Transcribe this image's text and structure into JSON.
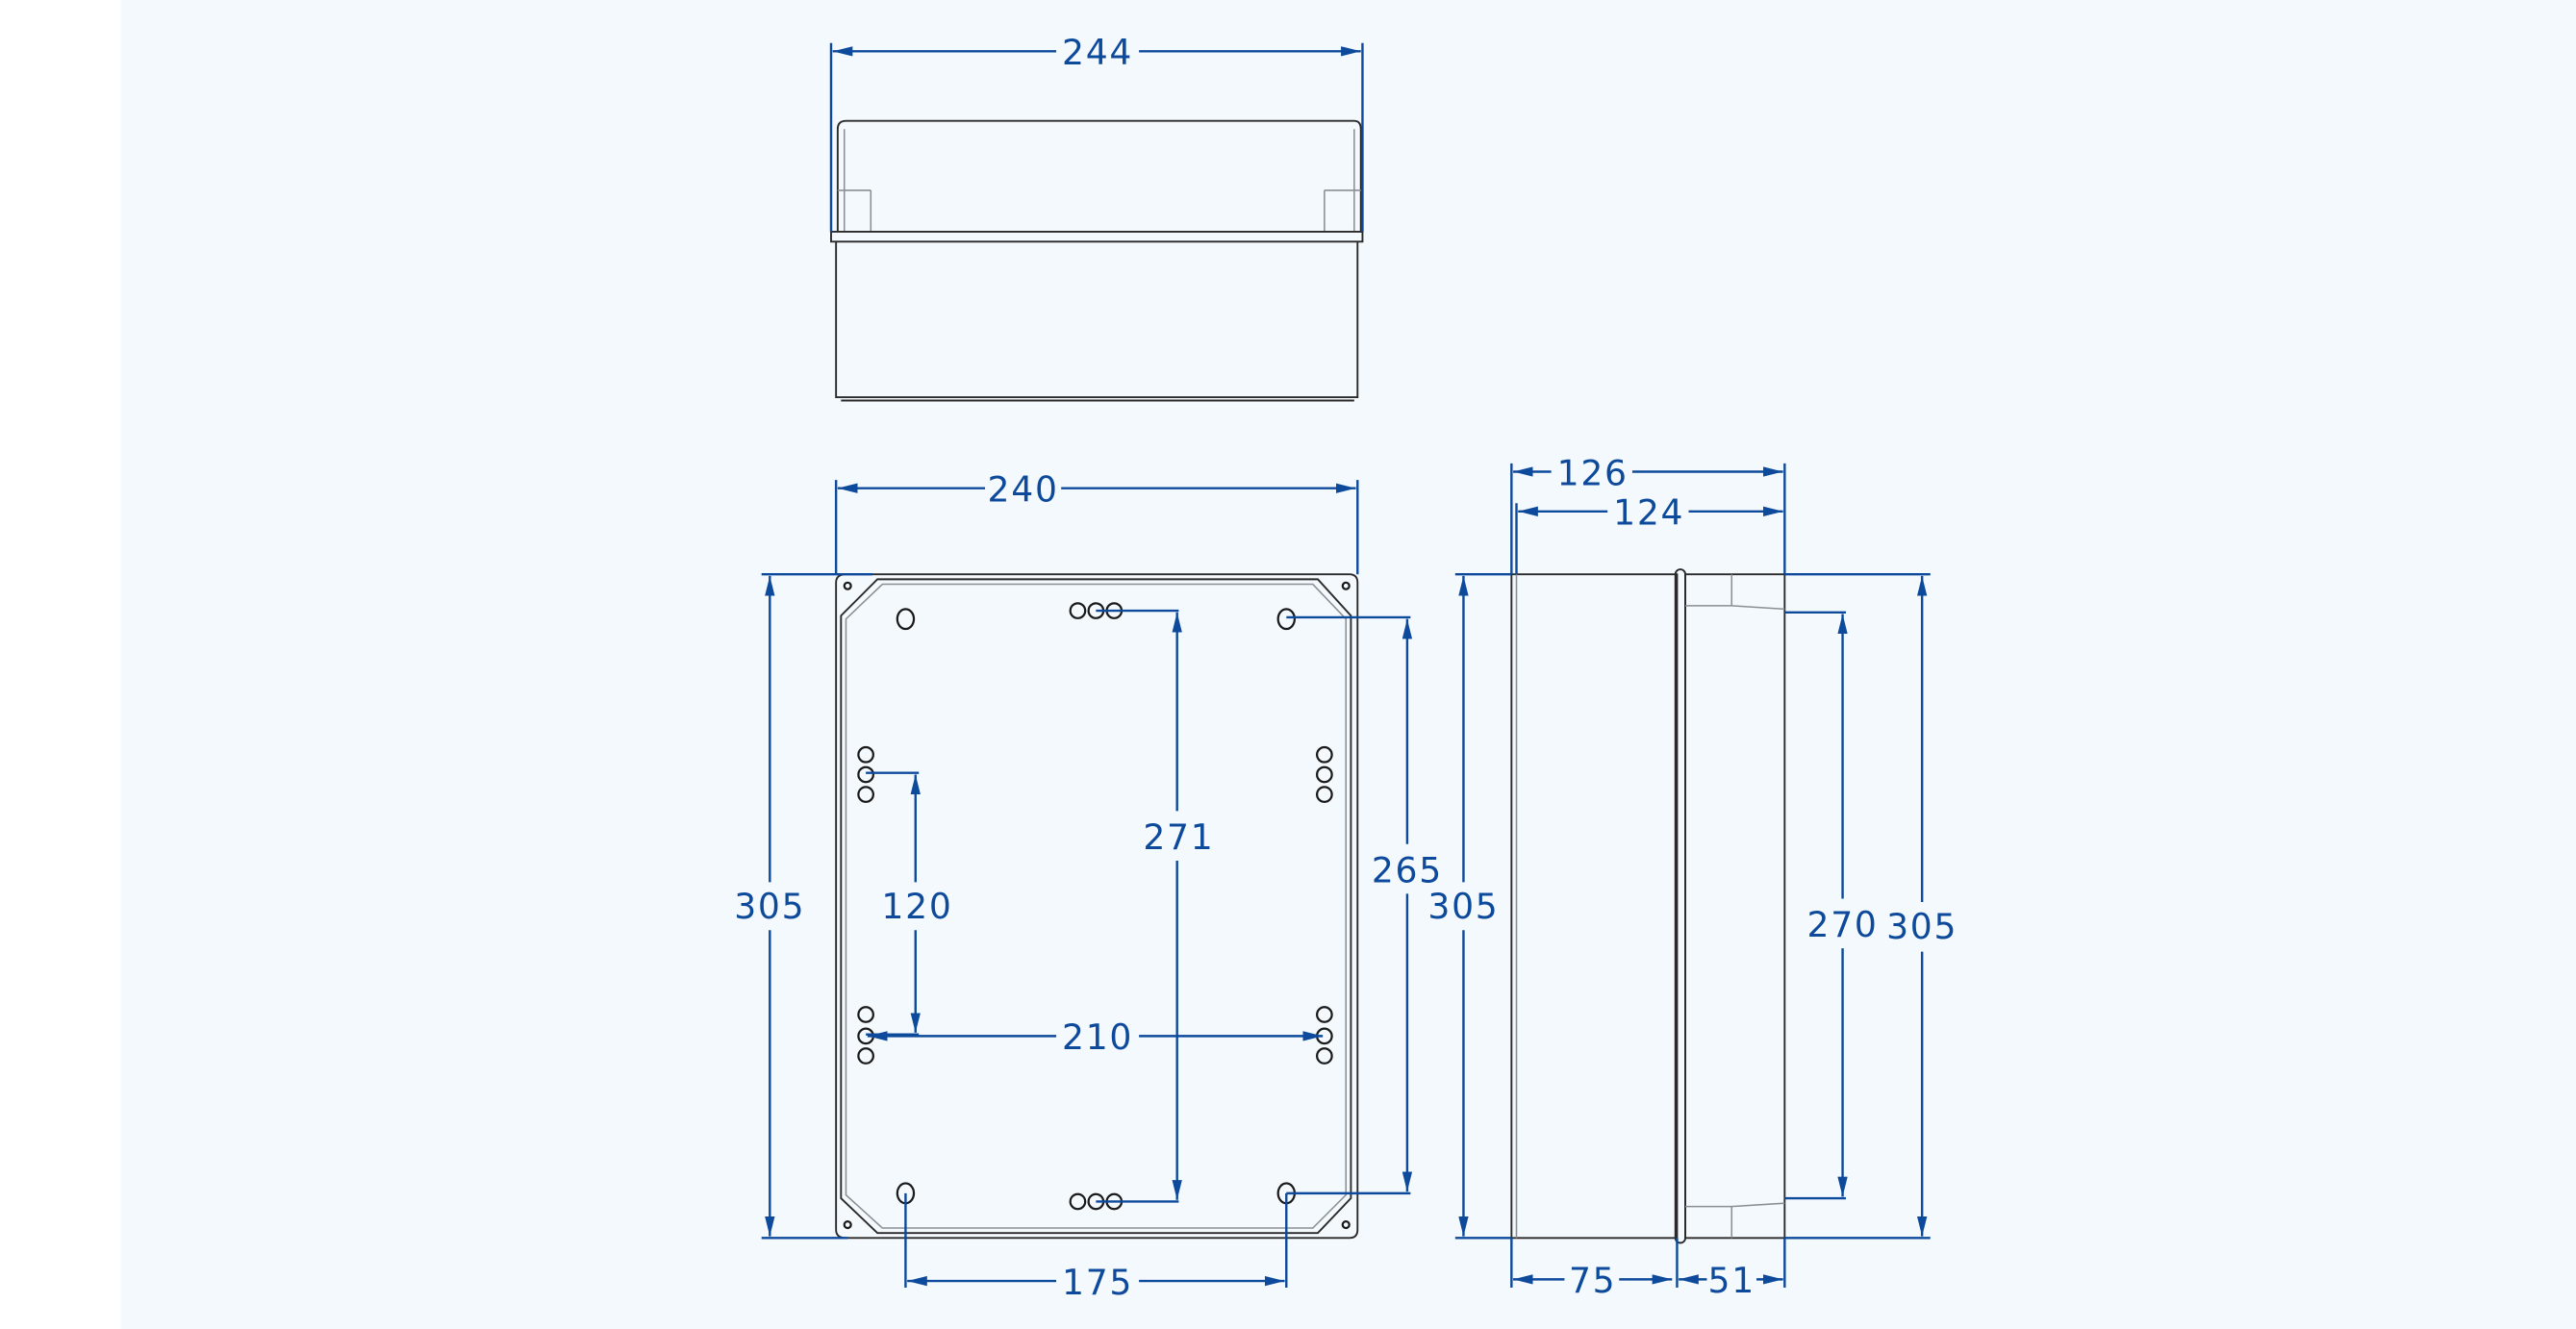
{
  "drawing": {
    "top_view": {
      "width_label": "244"
    },
    "front_view": {
      "width_label": "240",
      "height_label": "305",
      "vertical_hole_spacing_label": "120",
      "horizontal_hole_spacing_label": "210",
      "center_hole_spacing_label": "271",
      "mount_hole_vertical_label": "265",
      "mount_hole_horizontal_label": "175"
    },
    "side_view": {
      "depth_total_label": "126",
      "depth_inner_label": "124",
      "height_label": "305",
      "inner_height_label": "270",
      "outer_height_label": "305",
      "lid_depth_label": "75",
      "base_depth_label": "51"
    },
    "colors": {
      "dimension": "#0d4a9b",
      "background": "#f4f9fe",
      "outline": "#2a2a2a"
    }
  }
}
